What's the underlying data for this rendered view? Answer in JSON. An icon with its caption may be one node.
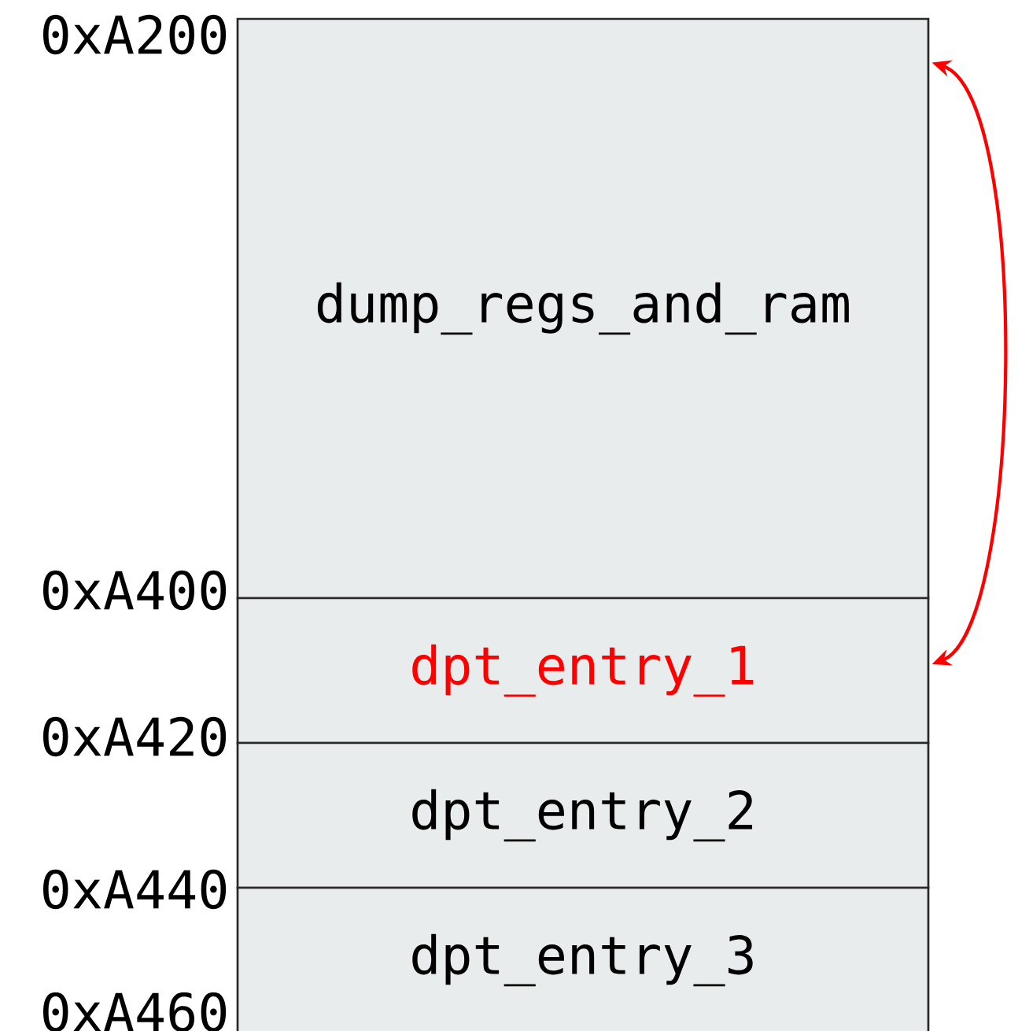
{
  "diagram": {
    "nodes": [
      {
        "text": [
          "dump_regs_and_ram"
        ]
      },
      {
        "text": [
          "dpt_entry_1"
        ]
      },
      {
        "text": [
          "dpt_entry_2"
        ]
      },
      {
        "text": [
          "dpt_entry_3"
        ]
      }
    ],
    "edges": [
      {
        "from": 1,
        "to": 0,
        "arrow": "both",
        "color": "#ff0000"
      }
    ],
    "labels": [
      "0xA200",
      "0xA400",
      "0xA420",
      "0xA440",
      "0xA460"
    ]
  }
}
